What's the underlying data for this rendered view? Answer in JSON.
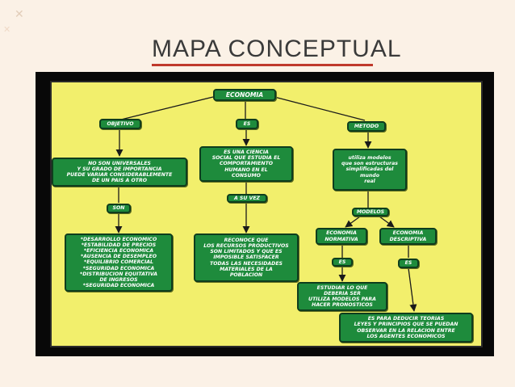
{
  "slide": {
    "title": "MAPA CONCEPTUAL",
    "deco_mark": "✕"
  },
  "map": {
    "economia": "ECONOMIA",
    "objetivo": "OBJETIVO",
    "es": "ES",
    "metodo": "METODO",
    "no_universales": "NO SON UNIVERSALES\nY SU GRADO DE IMPORTANCIA\nPUEDE VARIAR CONSIDERABLEMENTE\nDE UN PAIS A OTRO",
    "ciencia_social": "ES UNA CIENCIA\nSOCIAL QUE ESTUDIA EL\nCOMPORTAMIENTO\nHUMANO EN EL\nCONSUMO",
    "modelos_text": "utiliza modelos\nque son estructuras\nsimplificadas del\nmundo\nreal",
    "son": "SON",
    "a_su_vez": "A SU VEZ",
    "modelos": "MODELOS",
    "lista_objetivos": "*DESARROLLO ECONOMICO\n*ESTABILIDAD DE PRECIOS\n*EFICIENCIA ECONOMICA\n*AUSENCIA DE DESEMPLEO\n*EQUILIBRIO COMERCIAL\n*SEGURIDAD ECONOMICA\n*DISTRIBUCION EQUITATIVA\nDE INGRESOS\n*SEGURIDAD ECONOMICA",
    "reconoce": "RECONOCE QUE\nLOS RECURSOS PRODUCTIVOS\nSON LIMITADOS Y QUE ES\nIMPOSIBLE SATISFACER\nTODAS LAS NECESIDADES\nMATERIALES DE LA\nPOBLACION",
    "normativa": "ECONOMIA\nNORMATIVA",
    "descriptiva": "ECONOMIA\nDESCRIPTIVA",
    "es_normativa": "ES",
    "es_descriptiva": "ES",
    "estudiar": "ESTUDIAR LO QUE\nDEBERIA SER\nUTILIZA MODELOS PARA\nHACER PRONOSTICOS",
    "deducir": "ES PARA DEDUCIR TEORIAS\nLEYES Y PRINCIPIOS QUE SE PUEDAN\nOBSERVAR EN LA RELACION ENTRE\nLOS AGENTES ECONOMICOS"
  }
}
